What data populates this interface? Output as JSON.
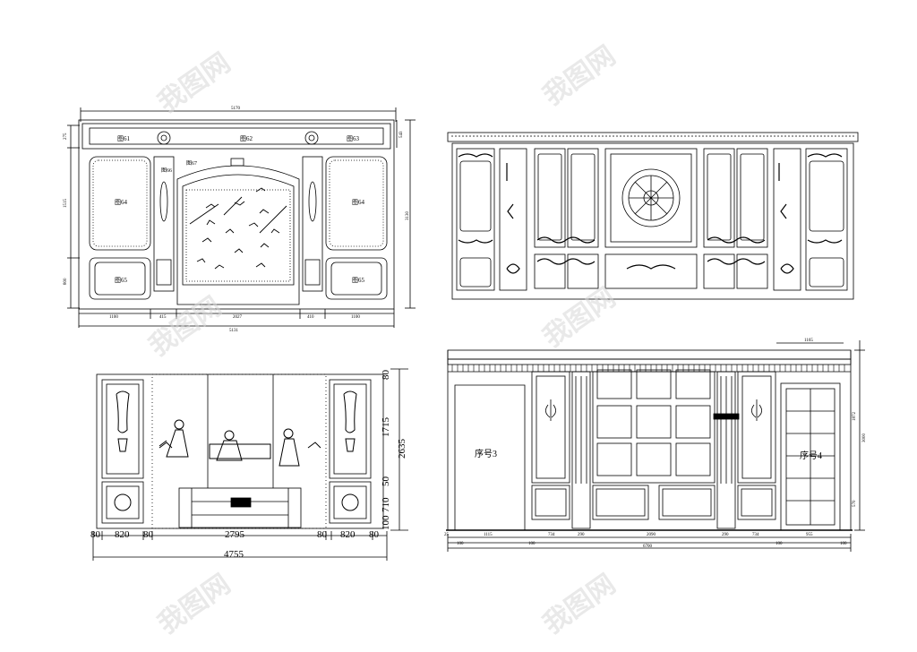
{
  "watermark": {
    "text": "我图网",
    "color": "#d8d8d8"
  },
  "drawing_a": {
    "labels": {
      "l61": "图61",
      "l62": "图62",
      "l63": "图63",
      "l64a": "图64",
      "l64b": "图64",
      "l65a": "图65",
      "l65b": "图65",
      "l66": "图66",
      "l67": "图67"
    },
    "dims_top": "5170",
    "dims_left": [
      "275",
      "1515",
      "800"
    ],
    "dims_right_inner": "543",
    "dims_right_total": "3130",
    "dims_bottom": [
      "1100",
      "415",
      "2027",
      "410",
      "1100"
    ],
    "dims_total": "5131"
  },
  "drawing_b": {},
  "drawing_c": {
    "dims_bottom": [
      "80",
      "820",
      "80",
      "2795",
      "80",
      "820",
      "80"
    ],
    "dims_total": "4755",
    "dims_right": [
      "80",
      "1715",
      "2635",
      "50",
      "710",
      "100"
    ]
  },
  "drawing_d": {
    "labels": {
      "seq3": "序号3",
      "seq4": "序号4"
    },
    "dims_top_right": "1165",
    "dims_bottom": [
      "25",
      "1115",
      "734",
      "290",
      "2090",
      "290",
      "734",
      "955"
    ],
    "dims_sub": [
      "100",
      "100",
      "100",
      "100"
    ],
    "dims_total": "6700",
    "dims_right": [
      "3000",
      "1872",
      "570"
    ]
  }
}
